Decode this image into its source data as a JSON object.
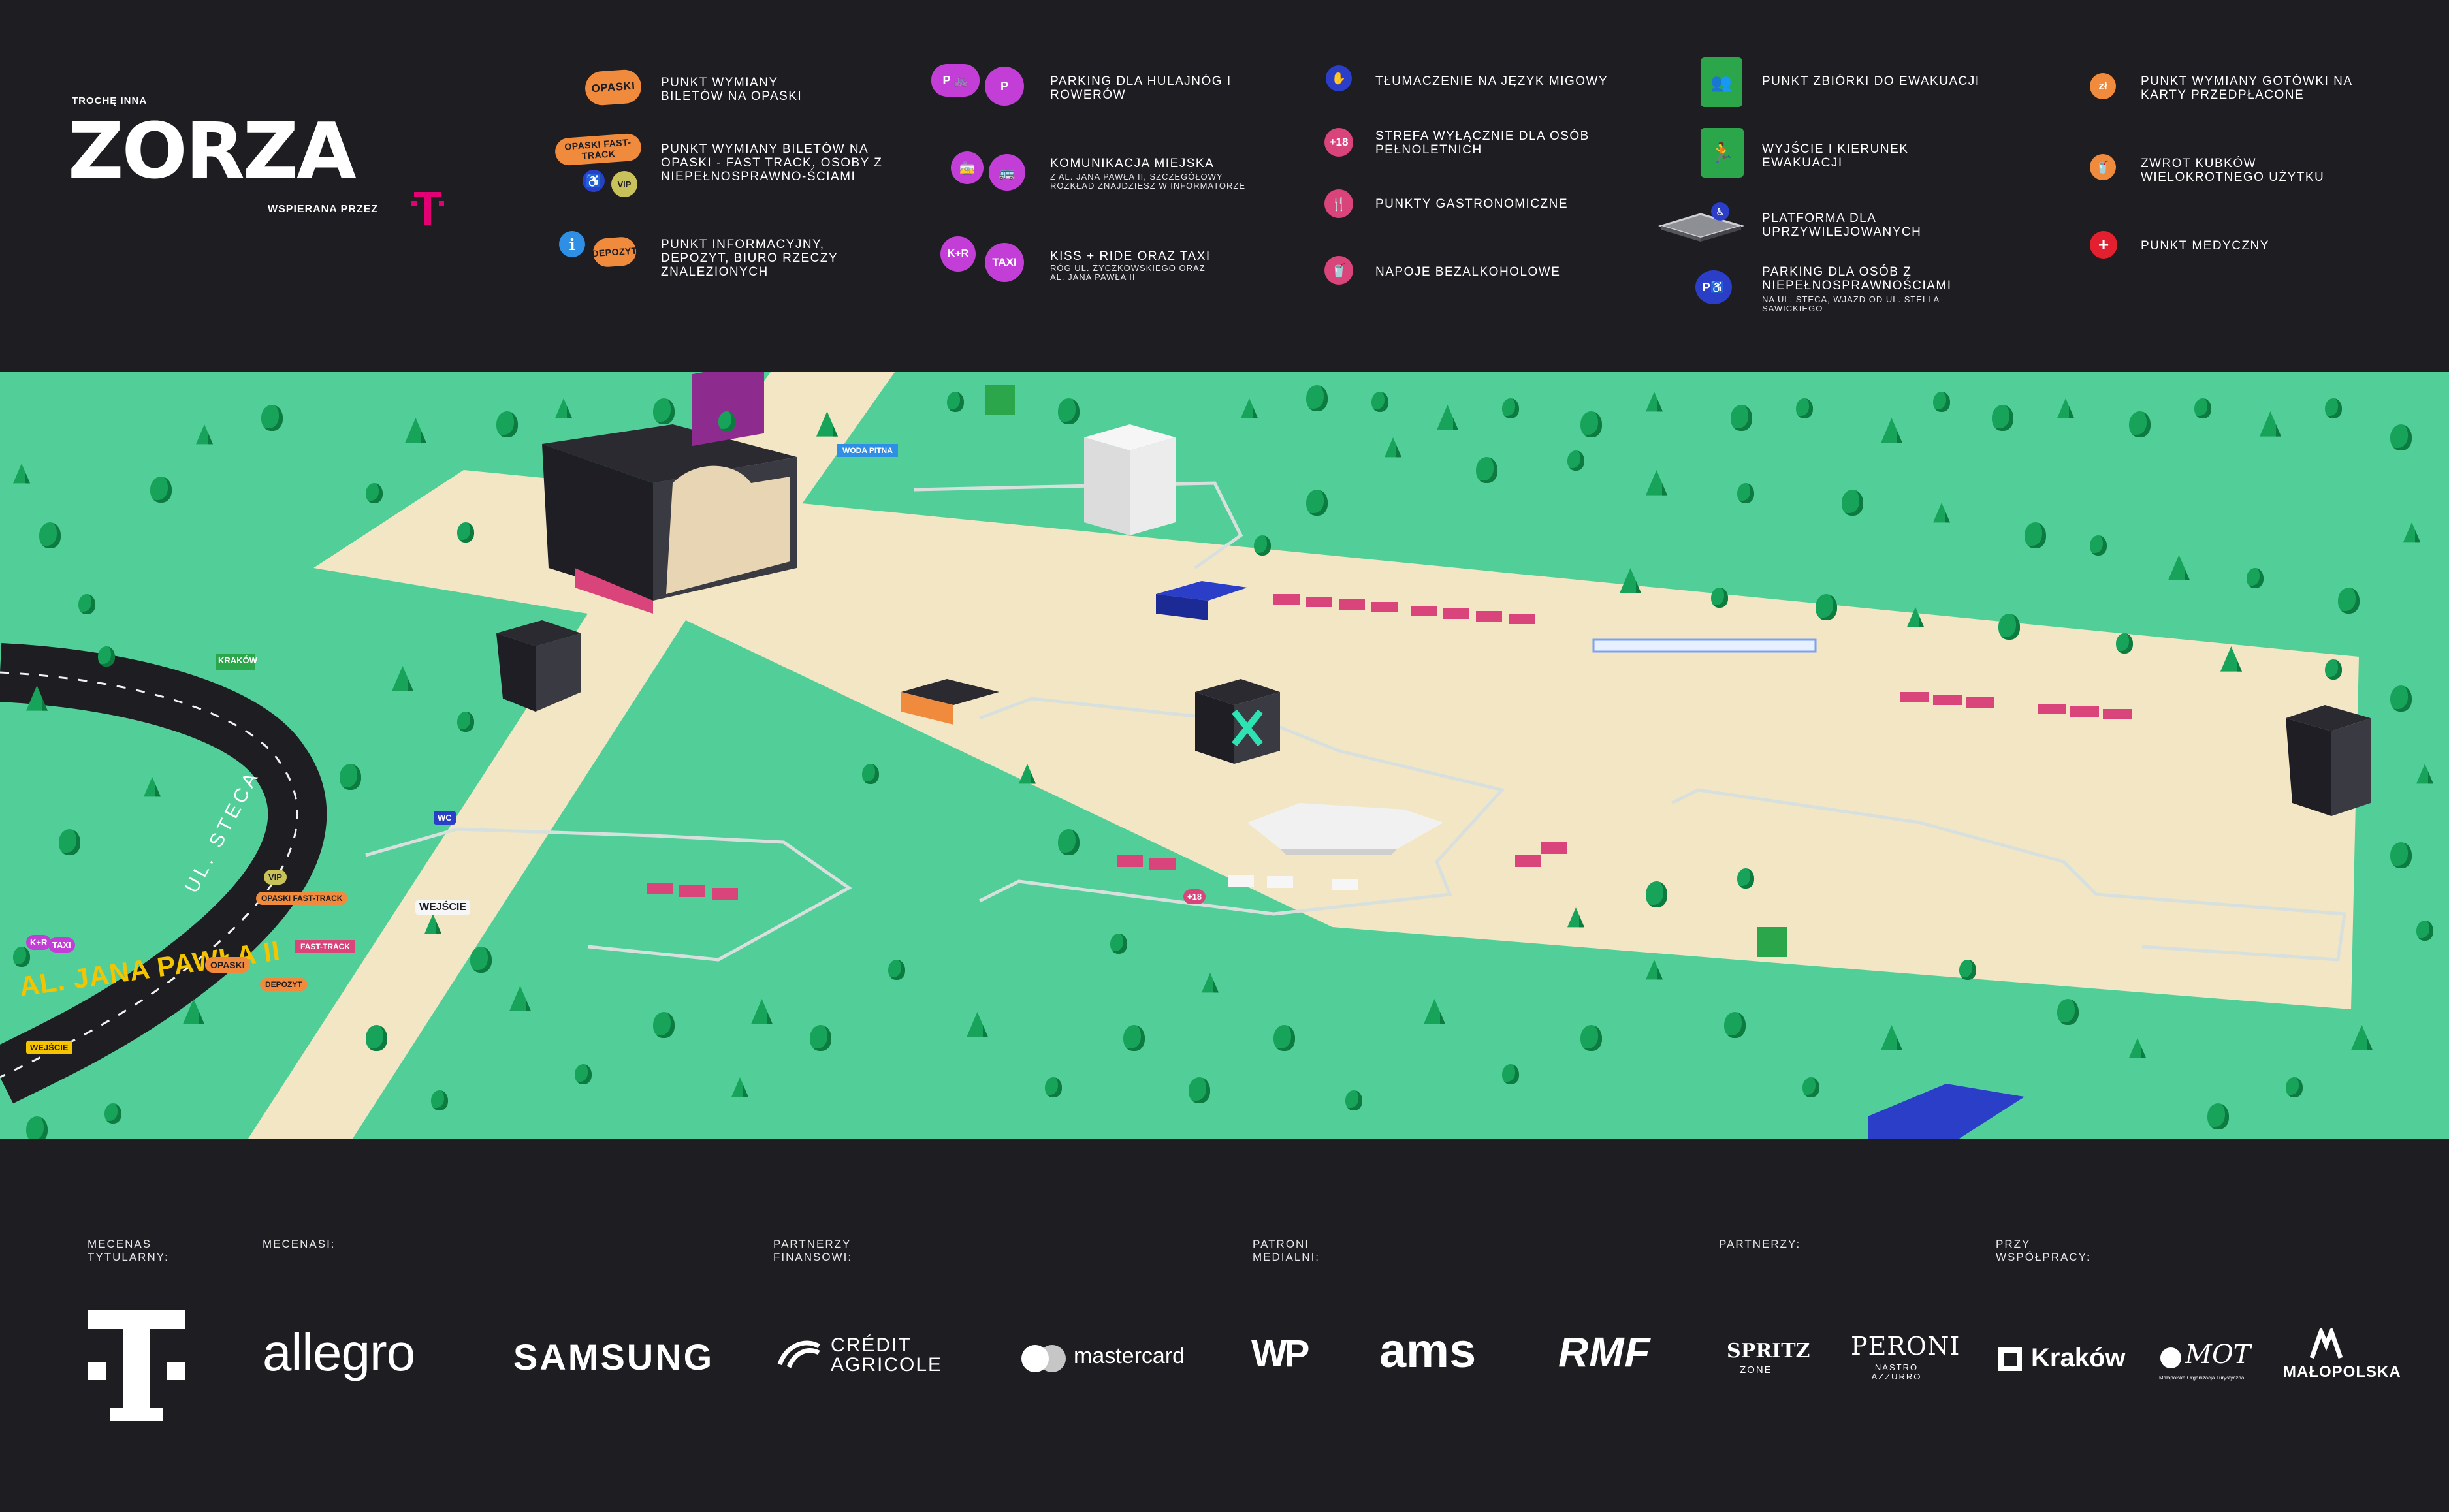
{
  "brand": {
    "eyebrow": "TROCHĘ INNA",
    "name": "ZORZA",
    "supported_by": "WSPIERANA PRZEZ"
  },
  "legend": {
    "col1": [
      {
        "badge": "OPASKI",
        "text": "PUNKT WYMIANY BILETÓW NA OPASKI"
      },
      {
        "badge": "OPASKI FAST-TRACK",
        "badge2": "VIP",
        "text": "PUNKT WYMIANY BILETÓW NA OPASKI - FAST TRACK, OSOBY Z NIEPEŁNOSPRAWNO-ŚCIAMI"
      },
      {
        "badge": "i",
        "badge2": "DEPOZYT",
        "text": "PUNKT INFORMACYJNY, DEPOZYT, BIURO RZECZY ZNALEZIONYCH"
      }
    ],
    "col2": [
      {
        "text": "PARKING DLA HULAJNÓG I ROWERÓW"
      },
      {
        "text": "KOMUNIKACJA MIEJSKA",
        "small": "Z AL. JANA PAWŁA II, SZCZEGÓŁOWY ROZKŁAD ZNAJDZIESZ W INFORMATORZE"
      },
      {
        "badge": "K+R",
        "badge2": "TAXI",
        "text": "KISS + RIDE ORAZ TAXI",
        "small": "RÓG UL. ŻYCZKOWSKIEGO ORAZ AL. JANA PAWŁA II"
      }
    ],
    "col3": [
      {
        "text": "TŁUMACZENIE NA JĘZYK MIGOWY"
      },
      {
        "badge": "+18",
        "text": "STREFA WYŁĄCZNIE DLA OSÓB PEŁNOLETNICH"
      },
      {
        "text": "PUNKTY GASTRONOMICZNE"
      },
      {
        "text": "NAPOJE BEZALKOHOLOWE"
      }
    ],
    "col4": [
      {
        "text": "PUNKT ZBIÓRKI DO EWAKUACJI"
      },
      {
        "text": "WYJŚCIE I KIERUNEK EWAKUACJI"
      },
      {
        "text": "PLATFORMA DLA UPRZYWILEJOWANYCH"
      },
      {
        "text": "PARKING DLA OSÓB Z NIEPEŁNOSPRAWNOŚCIAMI",
        "small": "NA UL. STECA, WJAZD OD UL. STELLA-SAWICKIEGO"
      }
    ],
    "col5": [
      {
        "badge": "zł",
        "text": "PUNKT WYMIANY GOTÓWKI NA KARTY PRZEDPŁACONE"
      },
      {
        "text": "ZWROT KUBKÓW WIELOKROTNEGO UŻYTKU"
      },
      {
        "badge": "+",
        "text": "PUNKT MEDYCZNY"
      }
    ]
  },
  "map": {
    "labels": {
      "road_main": "AL. JANA PAWŁA II",
      "entry": "WEJŚCIE",
      "krakow_sign": "KRAKÓW",
      "opaski": "OPASKI",
      "fast_track": "OPASKI FAST-TRACK",
      "fast_track2": "FAST-TRACK",
      "depozyt": "DEPOZYT",
      "wejscie2": "WEJŚCIE",
      "woda": "WODA PITNA",
      "vip": "VIP",
      "wc": "WC",
      "kr": "K+R",
      "taxi": "TAXI",
      "plus18": "+18",
      "street_vertical": "UL. STECA"
    },
    "colors": {
      "grass": "#52cf98",
      "path": "#f3e6c4",
      "road": "#1e1d22",
      "tree": "#18a35a",
      "tree_dark": "#0d7a3f",
      "booth": "#d9457a",
      "magenta": "#e20074",
      "orange": "#f08a3c",
      "blue": "#2a3ec8"
    }
  },
  "footer": {
    "labels": {
      "mecenas_tytularny": "MECENAS TYTULARNY:",
      "mecenasi": "MECENASI:",
      "partnerzy_finansowi": "PARTNERZY FINANSOWI:",
      "patroni_medialni": "PATRONI MEDIALNI:",
      "partnerzy": "PARTNERZY:",
      "przy_wspolpracy": "PRZY WSPÓŁPRACY:"
    },
    "sponsors": {
      "allegro": "allegro",
      "samsung": "SAMSUNG",
      "credit_agricole": "CRÉDIT AGRICOLE",
      "mastercard": "mastercard",
      "wp": "WP",
      "ams": "ams",
      "rmf": "RMF",
      "spritz": "SPRITZ",
      "spritz_sub": "ZONE",
      "peroni": "PERONI",
      "peroni_sub": "NASTRO AZZURRO",
      "krakow": "Kraków",
      "mot": "MOT",
      "mot_sub": "Małopolska Organizacja Turystyczna",
      "malopolska": "MAŁOPOLSKA"
    }
  }
}
